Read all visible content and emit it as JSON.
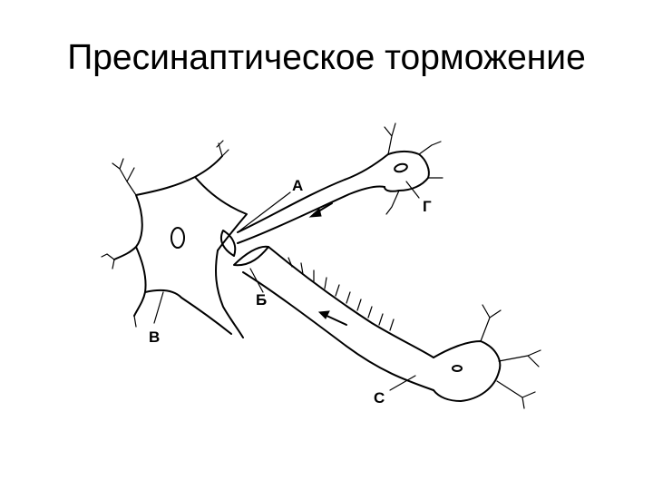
{
  "title": "Пресинаптическое торможение",
  "labels": {
    "a": "А",
    "b": "Б",
    "v": "В",
    "g": "Г",
    "s": "С"
  }
}
